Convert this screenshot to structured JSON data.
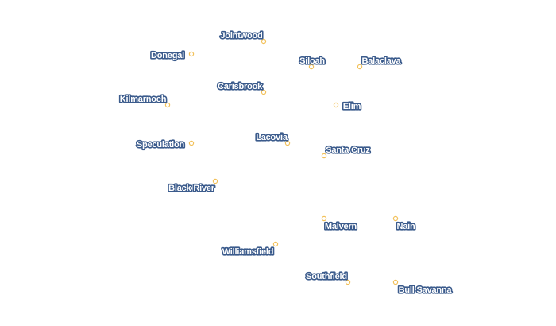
{
  "map": {
    "colors": {
      "label_fill": "#ffffff",
      "label_halo": "#3b5b8c",
      "marker_stroke": "#f2c15a",
      "marker_fill": "#ffffff",
      "background": "#ffffff"
    },
    "places": [
      {
        "name": "Jointwood"
      },
      {
        "name": "Donegal"
      },
      {
        "name": "Siloah"
      },
      {
        "name": "Balaclava"
      },
      {
        "name": "Carisbrook"
      },
      {
        "name": "Kilmarnoch"
      },
      {
        "name": "Elim"
      },
      {
        "name": "Lacovia"
      },
      {
        "name": "Speculation"
      },
      {
        "name": "Santa Cruz"
      },
      {
        "name": "Black River"
      },
      {
        "name": "Malvern"
      },
      {
        "name": "Nain"
      },
      {
        "name": "Williamsfield"
      },
      {
        "name": "Southfield"
      },
      {
        "name": "Bull Savanna"
      }
    ]
  }
}
